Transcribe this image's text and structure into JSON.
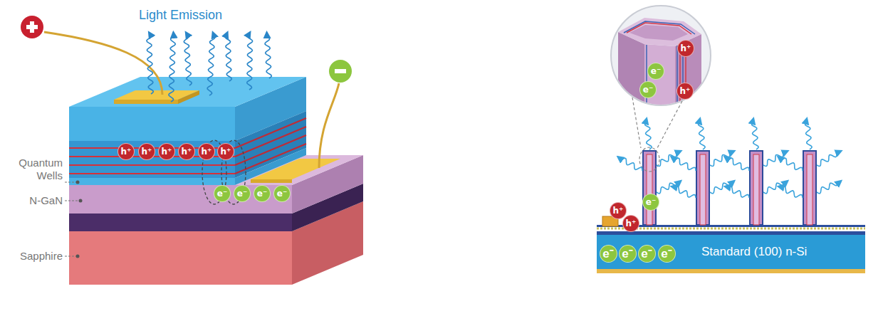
{
  "diagram": {
    "nodes": [
      {
        "text": [
          "h⁺"
        ]
      },
      {
        "text": [
          "h⁺"
        ]
      },
      {
        "text": [
          "h⁺"
        ]
      },
      {
        "text": [
          "h⁺"
        ]
      },
      {
        "text": [
          "h⁺"
        ]
      },
      {
        "text": [
          "h⁺"
        ]
      },
      {
        "text": [
          "e⁻"
        ]
      },
      {
        "text": [
          "e⁻"
        ]
      },
      {
        "text": [
          "e⁻"
        ]
      },
      {
        "text": [
          "e⁻"
        ]
      },
      {
        "text": [
          "h⁺"
        ]
      },
      {
        "text": [
          "e⁻"
        ]
      },
      {
        "text": [
          "e⁻"
        ]
      },
      {
        "text": [
          "h⁺"
        ]
      },
      {
        "text": [
          "h⁺"
        ]
      },
      {
        "text": [
          "h⁺"
        ]
      },
      {
        "text": [
          "e⁻"
        ]
      },
      {
        "text": [
          "Standard (100) n-Si"
        ]
      },
      {
        "text": [
          "e⁻"
        ],
        "in": 17
      },
      {
        "text": [
          "e⁻"
        ],
        "in": 17
      },
      {
        "text": [
          "e⁻"
        ],
        "in": 17
      },
      {
        "text": [
          "e⁻"
        ],
        "in": 17
      }
    ],
    "labels": [
      "Light Emission",
      "Quantum Wells",
      "N-GaN",
      "Sapphire"
    ]
  }
}
